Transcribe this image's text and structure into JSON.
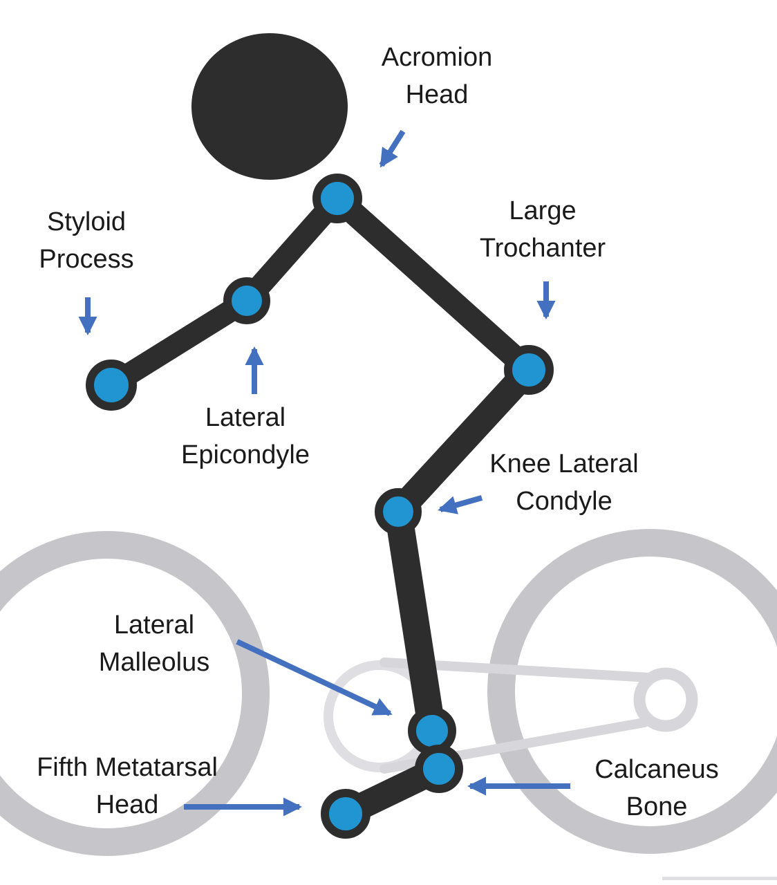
{
  "colors": {
    "background": "#ffffff",
    "body": "#2d2d2d",
    "joint": "#2095d2",
    "arrow": "#4470c0",
    "text": "#1a1a1a",
    "wheel": "#c6c5ca",
    "chain": "#d7d7db",
    "chainring": "#dfdfe3"
  },
  "labels": {
    "acromion": {
      "line1": "Acromion",
      "line2": "Head"
    },
    "styloid": {
      "line1": "Styloid",
      "line2": "Process"
    },
    "trochanter": {
      "line1": "Large",
      "line2": "Trochanter"
    },
    "epicondyle": {
      "line1": "Lateral",
      "line2": "Epicondyle"
    },
    "knee": {
      "line1": "Knee Lateral",
      "line2": "Condyle"
    },
    "malleolus": {
      "line1": "Lateral",
      "line2": "Malleolus"
    },
    "metatarsal": {
      "line1": "Fifth Metatarsal",
      "line2": "Head"
    },
    "calcaneus": {
      "line1": "Calcaneus",
      "line2": "Bone"
    }
  }
}
